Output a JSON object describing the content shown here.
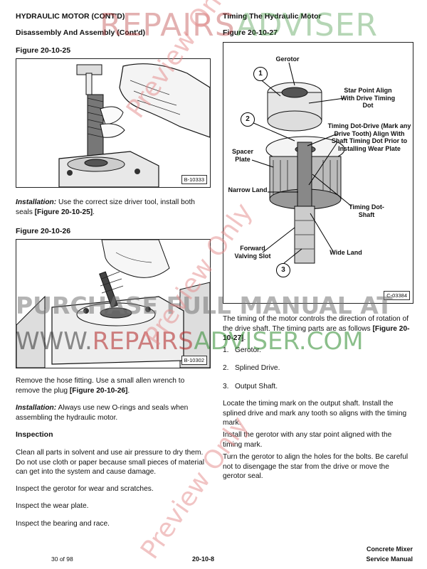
{
  "header": {
    "title": "HYDRAULIC MOTOR (CONT'D)",
    "subtitle": "Disassembly And Assembly (Cont'd)"
  },
  "left": {
    "fig1_label": "Figure 20-10-25",
    "fig1_id": "B-10333",
    "installation1_lead": "Installation:",
    "installation1_text": " Use the correct size driver tool, install both seals ",
    "installation1_ref": "[Figure 20-10-25]",
    "fig2_label": "Figure 20-10-26",
    "fig2_id": "B-10302",
    "remove_text": "Remove the hose fitting. Use a small allen wrench to remove the plug ",
    "remove_ref": "[Figure 20-10-26]",
    "installation2_lead": "Installation:",
    "installation2_text": " Always use new O-rings and seals when assembling the hydraulic motor.",
    "inspection_heading": "Inspection",
    "inspection_p1": "Clean all parts in solvent and use air pressure to dry them. Do not use cloth or paper because small pieces of material can get into the system and cause damage.",
    "inspection_p2": "Inspect the gerotor for wear and scratches.",
    "inspection_p3": "Inspect the wear plate.",
    "inspection_p4": "Inspect the bearing and race."
  },
  "right": {
    "heading": "Timing The Hydraulic Motor",
    "fig_label": "Figure 20-10-27",
    "fig_id": "C-03384",
    "callouts": {
      "gerotor": "Gerotor",
      "star_point": "Star Point Align With Drive Timing Dot",
      "timing_dot_drive": "Timing Dot-Drive (Mark any Drive Tooth) Align With Shaft Timing Dot Prior to Installing Wear Plate",
      "spacer_plate": "Spacer Plate",
      "narrow_land": "Narrow Land",
      "timing_dot_shaft": "Timing Dot-Shaft",
      "forward_valving_slot": "Forward Valving Slot",
      "wide_land": "Wide Land",
      "n1": "1",
      "n2": "2",
      "n3": "3"
    },
    "timing_intro": "The timing of the motor controls the direction of rotation of the drive shaft. The timing parts are as follows ",
    "timing_intro_ref": "[Figure 20-10-27]",
    "list": [
      "1.   Gerotor.",
      "2.   Splined Drive.",
      "3.   Output Shaft."
    ],
    "p_locate": "Locate the timing mark on the output shaft. Install the splined drive and mark any tooth so aligns with the timing mark.",
    "p_install": "Install the gerotor with any star point aligned with the timing mark.",
    "p_turn": "Turn the gerotor to align the holes for the bolts. Be careful not to disengage the star from the drive or move the gerotor seal."
  },
  "footer": {
    "page_of": "30 of 98",
    "page_num": "20-10-8",
    "product": "Concrete Mixer",
    "manual": "Service Manual"
  },
  "watermarks": {
    "top_red": "REPAIRS",
    "top_green": "ADVISER",
    "mid_gray": "PURCHASE FULL MANUAL AT",
    "mid_black": "WWW.",
    "mid_red": "REPAIRS",
    "mid_green": "ADVISER.COM",
    "preview1": "Preview Only",
    "preview2": "Preview Only",
    "preview3": "Preview Only"
  }
}
